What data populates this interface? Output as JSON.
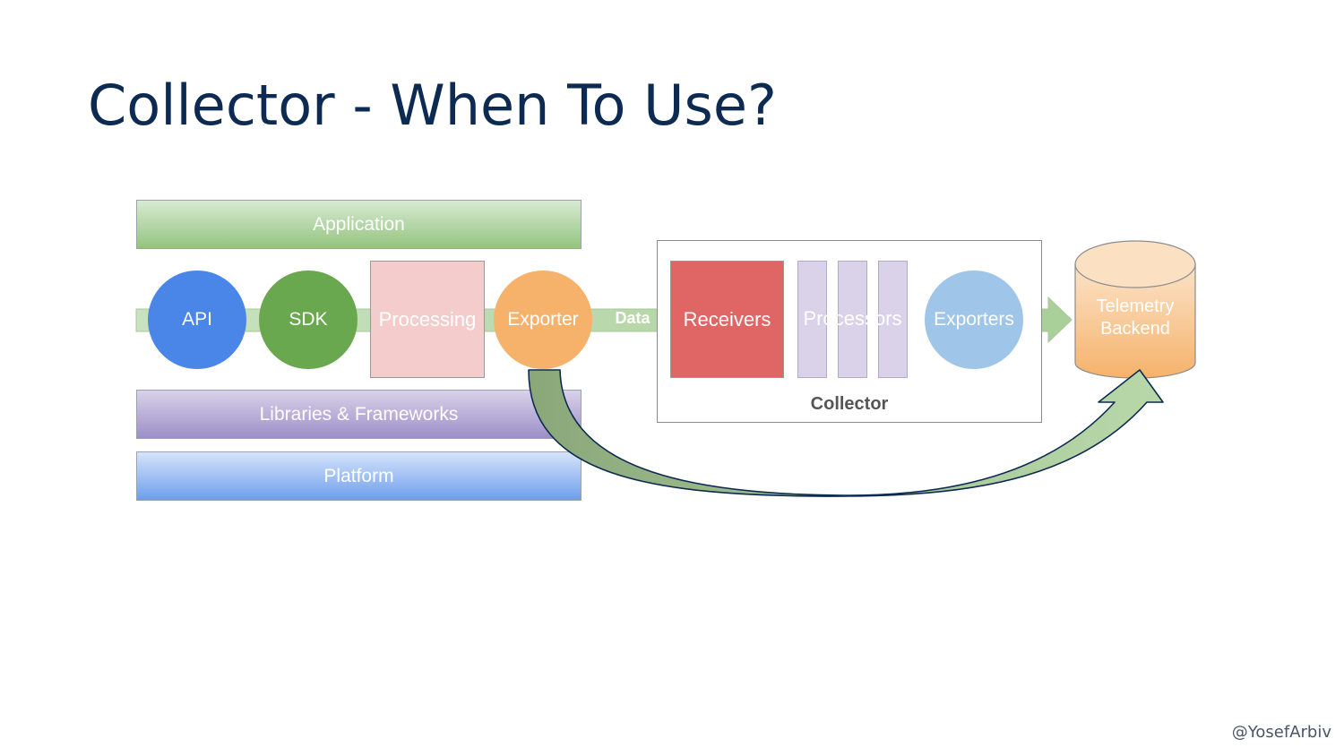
{
  "title": "Collector - When To Use?",
  "handle": "@YosefArbiv",
  "layers": {
    "application": "Application",
    "libraries": "Libraries & Frameworks",
    "platform": "Platform"
  },
  "pipeline": {
    "api": "API",
    "sdk": "SDK",
    "processing": "Processing",
    "exporter": "Exporter",
    "data": "Data"
  },
  "collector": {
    "label": "Collector",
    "receivers": "Receivers",
    "processors": "Processors",
    "exporters": "Exporters"
  },
  "backend": {
    "line1": "Telemetry",
    "line2": "Backend"
  },
  "colors": {
    "title": "#0d2b52",
    "api": "#4a86e8",
    "sdk": "#6aa84f",
    "processing": "#f4cccc",
    "exporter": "#f6b26b",
    "receivers": "#e06666",
    "processors": "#d9d2e9",
    "exporters": "#9fc5e8",
    "backend": "#f6b26b",
    "data_arrow": "#b6d7a8",
    "bypass_arrow": "#93ab80"
  }
}
